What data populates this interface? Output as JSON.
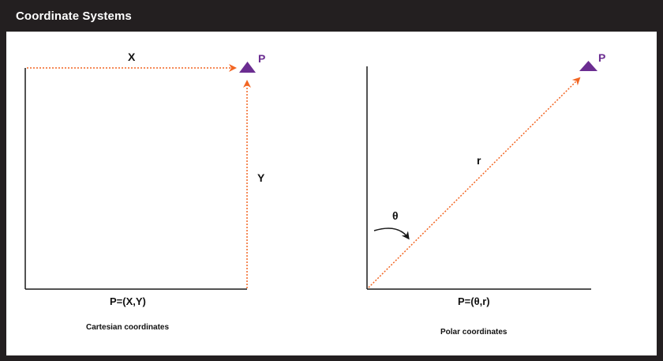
{
  "header": {
    "title": "Coordinate Systems"
  },
  "cartesian": {
    "x_label": "X",
    "y_label": "Y",
    "point_label": "P",
    "formula": "P=(X,Y)",
    "caption": "Cartesian coordinates"
  },
  "polar": {
    "angle_label": "θ",
    "radius_label": "r",
    "point_label": "P",
    "formula": "P=(θ,r)",
    "caption": "Polar coordinates"
  },
  "colors": {
    "background": "#231f20",
    "panel": "#ffffff",
    "axis": "#1a1a1a",
    "dashed_line": "#f26522",
    "point_marker": "#6b2d91"
  },
  "icons": {
    "point_marker": "triangle-marker-icon",
    "angle_arrow": "curved-arrow-icon"
  }
}
